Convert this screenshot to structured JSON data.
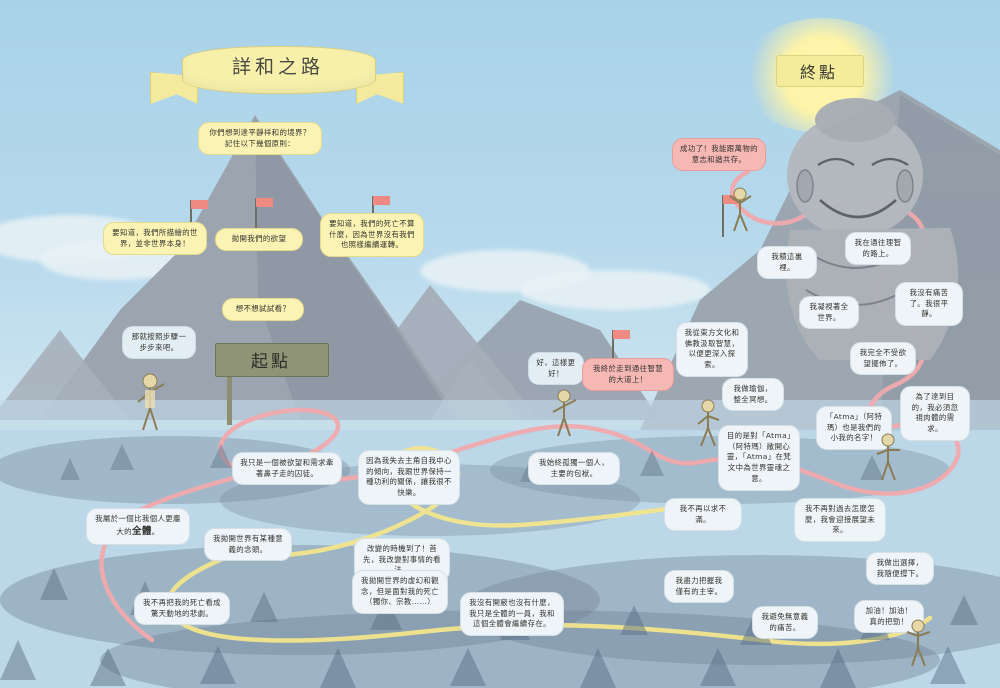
{
  "title_banner": "詳和之路",
  "signs": {
    "start": "起點",
    "goal": "終點"
  },
  "colors": {
    "sky": "#aed3e8",
    "yellow_bubble": "#fbf3b4",
    "white_bubble": "#eef4f7",
    "pink_bubble": "#f6b8b4",
    "pink_path": "#f0a9ad",
    "yellow_path": "#f2e58c",
    "mountain": "#9aa3ae",
    "statue": "#a8adb4"
  },
  "intro": {
    "question": "你們想到達平靜祥和的境界？記住以下幾個原則：",
    "principles": [
      "要知道，我們所描繪的世界，並非世界本身！",
      "拋開我們的欲望",
      "要知道，我們的死亡不算什麼，因為世界沒有我們也照樣繼續運轉。"
    ],
    "prompt": "想不想試試看？"
  },
  "start_area": {
    "walker_line": "那就按照步驟一步步來吧。"
  },
  "summit": {
    "success": "成功了！我能跟萬物的意志和諧共存。"
  },
  "bubbles": [
    {
      "id": "b1",
      "text": "我只是一個被欲望和需求牽著鼻子走的囚徒。",
      "style": "w"
    },
    {
      "id": "b2",
      "text": "因為我失去主角自我中心的傾向，我跟世界保持一種功利的關係，讓我很不快樂。",
      "style": "w"
    },
    {
      "id": "b3",
      "text": "我屬於一個比我個人更龐大的",
      "emph": "全體",
      "tail_text": "。",
      "style": "w"
    },
    {
      "id": "b4",
      "text": "我拋開世界有某種意義的念頭。",
      "style": "w"
    },
    {
      "id": "b5",
      "text": "改變的時機到了！首先，我改變對事情的看法。",
      "style": "w"
    },
    {
      "id": "b6",
      "text": "我不再把我的死亡看成驚天動地的悲劇。",
      "style": "w"
    },
    {
      "id": "b7",
      "text": "我拋開世界的虛幻和觀念，但是面對我的死亡（獨你、宗教……）",
      "style": "w"
    },
    {
      "id": "b8",
      "text": "我沒有開竅也沒有什麼，我只是全體的一員，我和這個全體會繼續存在。",
      "style": "w"
    },
    {
      "id": "b9",
      "text": "我始終孤獨一個人，主要的包袱。",
      "style": "w"
    },
    {
      "id": "b10",
      "text": "好，這樣更好！",
      "style": "b"
    },
    {
      "id": "b11",
      "text": "我終於走到通往智慧的大道上！",
      "style": "p"
    },
    {
      "id": "b12",
      "text": "我從東方文化和佛教汲取智慧，以便更深入探索。",
      "style": "w"
    },
    {
      "id": "b13",
      "text": "我做瑜伽，整全冥想。",
      "style": "w"
    },
    {
      "id": "b14",
      "text": "我積這裏裡。",
      "style": "w"
    },
    {
      "id": "b15",
      "text": "我凝視著全世界。",
      "style": "w"
    },
    {
      "id": "b16",
      "text": "我在通往理智的路上。",
      "style": "w"
    },
    {
      "id": "b17",
      "text": "我沒有痛苦了。我很平靜。",
      "style": "w"
    },
    {
      "id": "b18",
      "text": "我完全不受欲望擺佈了。",
      "style": "w"
    },
    {
      "id": "b19",
      "text": "目的是對「Atma」（阿特瑪）敞開心靈，「Atma」在梵文中為世界靈魂之意。",
      "style": "w"
    },
    {
      "id": "b20",
      "text": "「Atma」（阿特瑪）也是我們的小我的名字！",
      "style": "w"
    },
    {
      "id": "b21",
      "text": "為了達到目的，我必須忽視肉體的需求。",
      "style": "w"
    },
    {
      "id": "b22",
      "text": "我不再以求不滿。",
      "style": "w"
    },
    {
      "id": "b23",
      "text": "我不再對過去怎麼怎麼，我會迎接展望未來。",
      "style": "w"
    },
    {
      "id": "b24",
      "text": "我做出選擇，我隨便撐下。",
      "style": "w"
    },
    {
      "id": "b25",
      "text": "我盡力把握我僅有的主宰。",
      "style": "w"
    },
    {
      "id": "b26",
      "text": "我避免無意義的痛苦。",
      "style": "w"
    },
    {
      "id": "b27",
      "text": "加油！加油！真的把勁！",
      "style": "w"
    }
  ]
}
